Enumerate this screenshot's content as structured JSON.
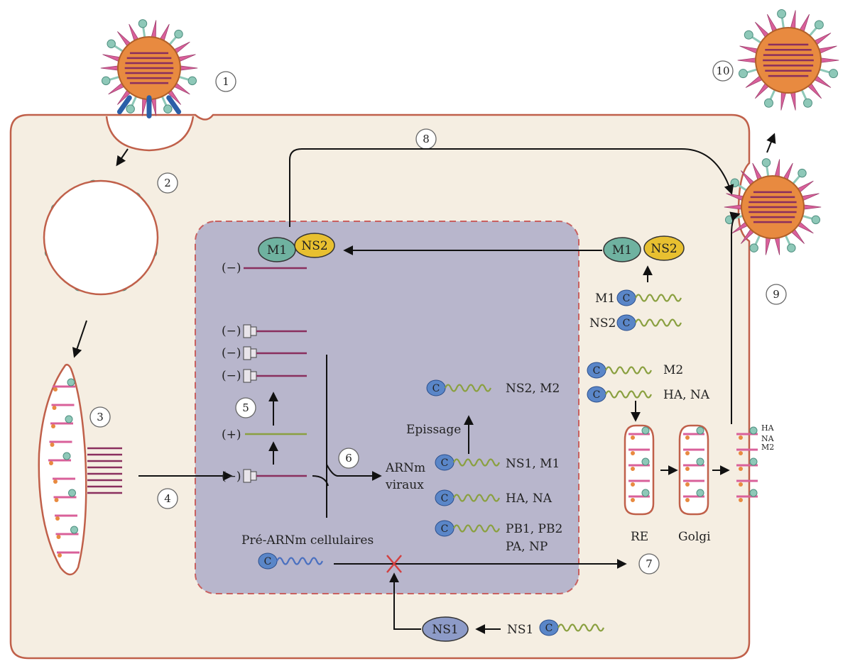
{
  "steps": [
    "1",
    "2",
    "3",
    "4",
    "5",
    "6",
    "7",
    "8",
    "9",
    "10"
  ],
  "labels": {
    "m1": "M1",
    "ns2": "NS2",
    "ns1": "NS1",
    "minus": "(−)",
    "plus": "(+)",
    "cap": "C",
    "epissage": "Epissage",
    "arnm_viraux_1": "ARNm",
    "arnm_viraux_2": "viraux",
    "pre_arnm": "Pré-ARNm cellulaires",
    "re": "RE",
    "golgi": "Golgi",
    "mrna_ns2_m2": "NS2, M2",
    "mrna_ns1_m1": "NS1, M1",
    "mrna_ha_na": "HA, NA",
    "mrna_pb": "PB1, PB2",
    "mrna_pa_np": "PA, NP",
    "cyto_m1": "M1",
    "cyto_ns2": "NS2",
    "cyto_m2": "M2",
    "cyto_ha_na": "HA, NA",
    "cyto_ns1": "NS1",
    "mem_ha": "HA",
    "mem_na": "NA",
    "mem_m2": "M2"
  },
  "colors": {
    "cell": "#f5eee2",
    "cell_border": "#c0604a",
    "nucleus": "#b8b6cc",
    "nucleus_border": "#c86060",
    "virion_core": "#e88a40",
    "rna_line": "#8a2f5e",
    "spike_pink": "#d9609a",
    "spike_teal": "#8ec8b8",
    "m1_fill": "#6fb2a0",
    "ns2_fill": "#e8c030",
    "ns1_fill": "#8d9bc8",
    "cap_fill": "#5a86c8",
    "mrna_green": "#8aa040",
    "mrna_blue": "#4a70c0",
    "receptor_blue": "#2b5fa8",
    "block_red": "#d24040"
  }
}
